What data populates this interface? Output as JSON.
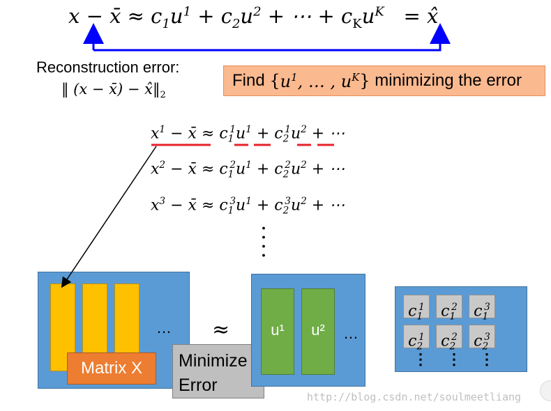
{
  "top_equation": {
    "lhs": "x − x̄ ≈ ",
    "rhs": "c₁u¹ + c₂u² + ⋯ + c_K u^K",
    "result": "= x̂"
  },
  "reconstruction": {
    "label": "Reconstruction error:",
    "formula": "‖ (x − x̄) − x̂‖₂"
  },
  "find_box": {
    "text": "Find {u¹, … , u^K} minimizing the error"
  },
  "equations": [
    "x¹ − x̄ ≈ c¹₁u¹ + c¹₂u² + ⋯",
    "x² − x̄ ≈ c²₁u¹ + c²₂u² + ⋯",
    "x³ − x̄ ≈ c³₁u¹ + c³₂u² + ⋯"
  ],
  "left_panel": {
    "ellipsis": "…",
    "matrix_label": "Matrix X"
  },
  "approx_symbol": "≈",
  "minimize_box": {
    "line1": "Minimize",
    "line2": "Error"
  },
  "middle_panel": {
    "u1": "u¹",
    "u2": "u²",
    "ellipsis": "…"
  },
  "right_panel": {
    "cells": [
      [
        "c¹₁",
        "c²₁",
        "c³₁"
      ],
      [
        "c¹₂",
        "c²₂",
        "c³₂"
      ]
    ],
    "vdots": [
      "⋮",
      "⋮",
      "⋮"
    ]
  },
  "watermark": "http://blog.csdn.net/soulmeetliang",
  "colors": {
    "arrow_blue": "#0000ff",
    "underline_red": "#e8202a",
    "panel_blue": "#5b9bd5",
    "bar_yellow": "#ffc000",
    "bar_green": "#70ad47",
    "label_orange": "#ed7d31",
    "find_box_fill": "#fbb98f",
    "minimize_gray": "#bfbfbf"
  }
}
